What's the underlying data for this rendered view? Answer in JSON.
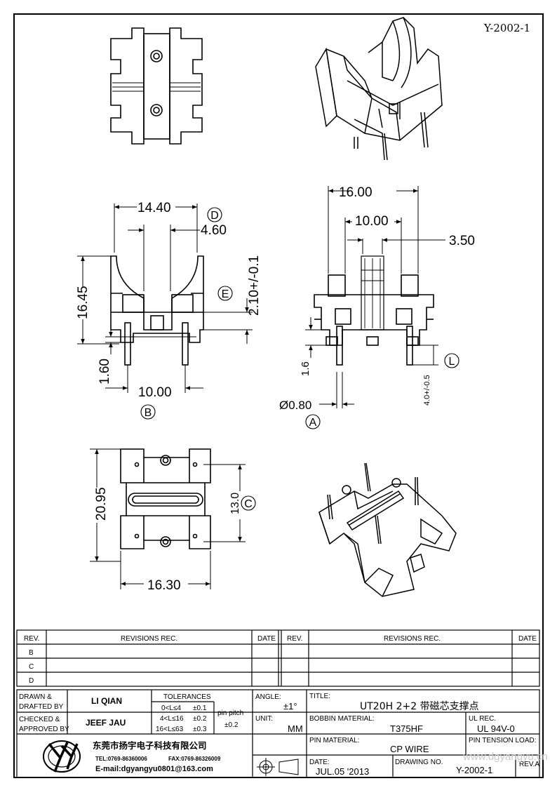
{
  "drawing_code": "Y-2002-1",
  "dimensions": {
    "d1440": "14.40",
    "d460": "4.60",
    "d210": "2.10+/-0.1",
    "d1645": "16.45",
    "d160": "1.60",
    "d1000_side": "10.00",
    "d1600": "16.00",
    "d1000_front": "10.00",
    "d350": "3.50",
    "d16": "1.6",
    "d080": "Ø0.80",
    "d40": "4.0+/-0.5",
    "d2095": "20.95",
    "d130": "13.0",
    "d1630": "16.30"
  },
  "markers": {
    "a": "A",
    "b": "B",
    "c": "C",
    "d": "D",
    "e": "E",
    "l": "L"
  },
  "revisions": {
    "rev_label": "REV.",
    "revisions_label": "REVISIONS   REC.",
    "date_label": "DATE",
    "rows": [
      "B",
      "C",
      "D"
    ]
  },
  "title_block": {
    "drawn_label_1": "DRAWN &",
    "drawn_label_2": "DRAFTED BY",
    "drawn_name": "LI QIAN",
    "checked_label_1": "CHECKED &",
    "checked_label_2": "APPROVED BY",
    "checked_name": "JEEF JAU",
    "tolerances_label": "TOLERANCES",
    "tol_1": "0<L≤4",
    "tol_1v": "±0.1",
    "tol_2": "4<L≤16",
    "tol_2v": "±0.2",
    "tol_3": "16<L≤63",
    "tol_3v": "±0.3",
    "pin_pitch_label": "pin pitch",
    "pin_pitch_value": "±0.2",
    "angle_label": "ANGLE:",
    "angle_value": "±1°",
    "unit_label": "UNIT:",
    "unit_value": "MM",
    "title_label": "TITLE:",
    "title_value": "UT20H 2+2 带磁芯支撑点",
    "bobbin_label": "BOBBIN MATERIAL:",
    "bobbin_value": "T375HF",
    "ul_label": "UL REC.",
    "ul_value": "UL 94V-0",
    "pin_material_label": "PIN MATERIAL:",
    "pin_material_value": "CP WIRE",
    "pin_tension_label": "PIN TENSION LOAD:",
    "date_label": "DATE:",
    "date_value": "JUL.05 '2013",
    "drawing_no_label": "DRAWING NO.",
    "drawing_no_value": "Y-2002-1",
    "rev_a_label": "REV.A",
    "company_name": "东莞市扬宇电子科技有限公司",
    "company_tel": "TEL:0769-86360006",
    "company_fax": "FAX:0769-86326009",
    "company_email": "E-mail:dgyangyu0801@163.com",
    "logo_letters": "YY"
  },
  "watermark": "www.dgyangyu.cn"
}
